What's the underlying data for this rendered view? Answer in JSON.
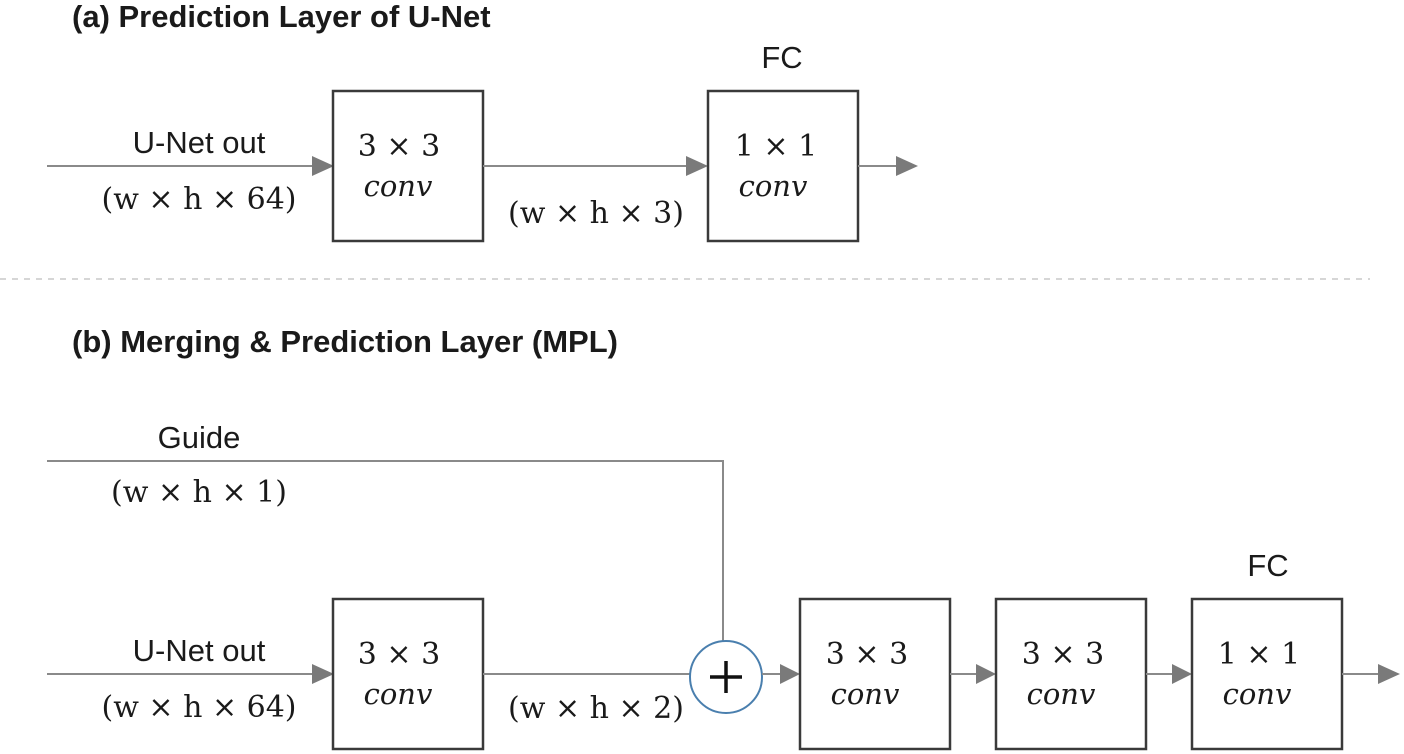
{
  "panel_a": {
    "title": "(a) Prediction Layer of U-Net",
    "input_label": "U-Net out",
    "input_dims": "(w × h × 64)",
    "conv1": {
      "size": "3 × 3",
      "op": "conv"
    },
    "mid_dims": "(w × h × 3)",
    "fc_label": "FC",
    "fc": {
      "size": "1 × 1",
      "op": "conv"
    }
  },
  "panel_b": {
    "title": "(b) Merging & Prediction Layer (MPL)",
    "guide_label": "Guide",
    "guide_dims": "(w × h × 1)",
    "input_label": "U-Net out",
    "input_dims": "(w × h × 64)",
    "conv1": {
      "size": "3 × 3",
      "op": "conv"
    },
    "mid_dims": "(w × h × 2)",
    "merge_symbol": "+",
    "conv2": {
      "size": "3 × 3",
      "op": "conv"
    },
    "conv3": {
      "size": "3 × 3",
      "op": "conv"
    },
    "fc_label": "FC",
    "fc": {
      "size": "1 × 1",
      "op": "conv"
    }
  }
}
